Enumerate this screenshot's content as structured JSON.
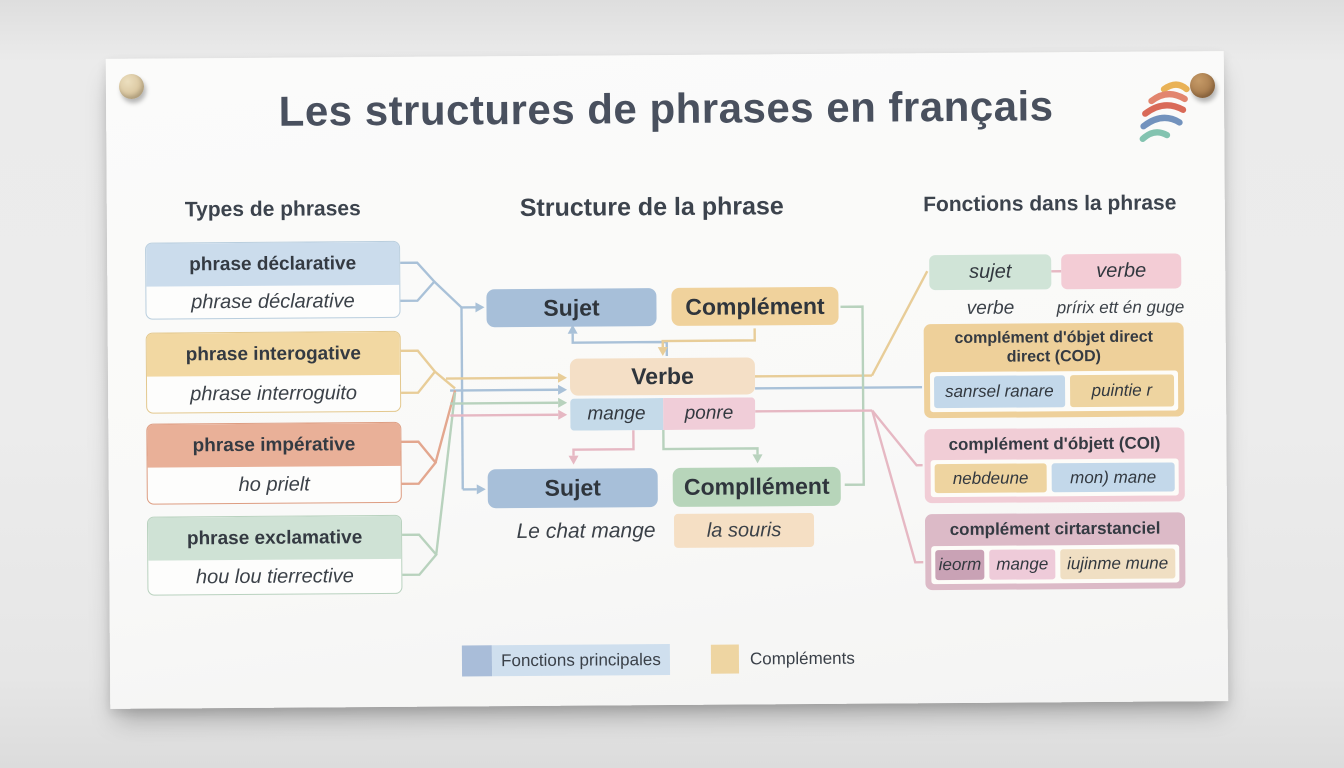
{
  "title": "Les structures de phrases en français",
  "types": {
    "header": "Types de phrases",
    "boxes": [
      {
        "label": "phrase déclarative",
        "example": "phrase déclarative"
      },
      {
        "label": "phrase interogative",
        "example": "phrase interroguito"
      },
      {
        "label": "phrase impérative",
        "example": "ho prielt"
      },
      {
        "label": "phrase exclamative",
        "example": "hou lou tierrective"
      }
    ]
  },
  "structure": {
    "header": "Structure de la phrase",
    "sujet_top": "Sujet",
    "complement_top": "Complément",
    "verbe": "Verbe",
    "verb_example_left": "mange",
    "verb_example_right": "ponre",
    "sujet_bottom": "Sujet",
    "complement_bottom": "Compllément",
    "example_subject": "Le chat mange",
    "example_object": "la souris"
  },
  "fonctions": {
    "header": "Fonctions dans la phrase",
    "sujet_chip": "sujet",
    "verbe_chip": "verbe",
    "sujet_caption": "verbe",
    "verbe_caption": "prírix ett én guge",
    "cod": {
      "title": "complément d'óbjet direct direct (COD)",
      "chip1": "sanrsel ranare",
      "chip2": "puintie r"
    },
    "coi": {
      "title": "complément d'óbjett (COI)",
      "chip1": "nebdeune",
      "chip2": "mon) mane"
    },
    "circ": {
      "title": "complément cirtarstanciel",
      "chip1": "ieorm",
      "chip2": "mange",
      "chip3": "iujinme mune"
    }
  },
  "legend": {
    "item1": "Fonctions principales",
    "item2": "Compléments"
  },
  "palette": {
    "blue": "#a7bfd9",
    "light_blue": "#c5dae9",
    "yellow": "#f0d29c",
    "tan": "#eed09a",
    "peach": "#f4dfc6",
    "green": "#b7d5ba",
    "pastel_green": "#d0e4d7",
    "pink": "#f3ccd5",
    "salmon": "#e9b098",
    "mauve": "#dcbac7",
    "title_color": "#49505e"
  }
}
